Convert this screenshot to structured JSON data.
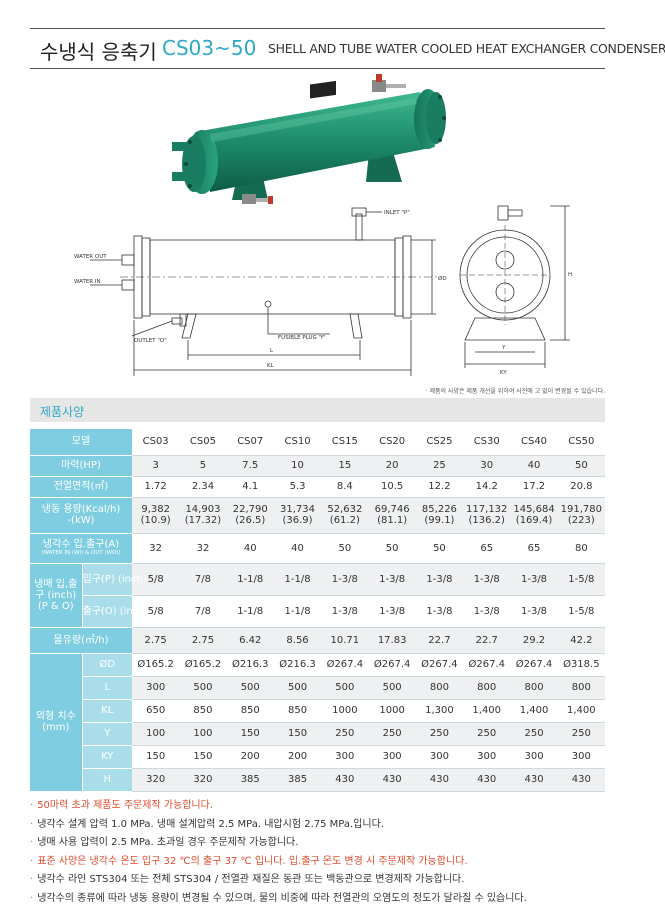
{
  "header": {
    "title_ko": "수냉식 응축기",
    "title_model": "CS03~50",
    "title_en": "SHELL AND TUBE WATER COOLED HEAT EXCHANGER CONDENSER"
  },
  "drawing": {
    "labels": {
      "inlet": "INLET \"P\"",
      "water_out": "WATER OUT",
      "water_in": "WATER IN",
      "outlet": "OUTLET \"O\"",
      "fusible_plug": "FUSIBLE PLUG \"f\"",
      "L": "L",
      "KL": "KL",
      "D": "ØD",
      "Y": "Y",
      "KY": "KY",
      "H": "H"
    },
    "note": "· 제품의 사양은 제품 개선을 위하여 사전에 고 없이 변경될 수 있습니다."
  },
  "section_title": "제품사양",
  "table": {
    "model_label": "모델",
    "models": [
      "CS03",
      "CS05",
      "CS07",
      "CS10",
      "CS15",
      "CS20",
      "CS25",
      "CS30",
      "CS40",
      "CS50"
    ],
    "hp_label": "마력(HP)",
    "hp": [
      "3",
      "5",
      "7.5",
      "10",
      "15",
      "20",
      "25",
      "30",
      "40",
      "50"
    ],
    "area_label": "전열면적(㎡)",
    "area": [
      "1.72",
      "2.34",
      "4.1",
      "5.3",
      "8.4",
      "10.5",
      "12.2",
      "14.2",
      "17.2",
      "20.8"
    ],
    "capacity_label_1": "냉동 용량(Kcal/h)",
    "capacity_label_2": "-(kW)",
    "capacity_kcal": [
      "9,382",
      "14,903",
      "22,790",
      "31,734",
      "52,632",
      "69,746",
      "85,226",
      "117,132",
      "145,684",
      "191,780"
    ],
    "capacity_kw": [
      "(10.9)",
      "(17.32)",
      "(26.5)",
      "(36.9)",
      "(61.2)",
      "(81.1)",
      "(99.1)",
      "(136.2)",
      "(169.4)",
      "(223)"
    ],
    "water_label_1": "냉각수 입.출구(A)",
    "water_label_2": "(WATER IN (WI) & OUT (WO))",
    "water": [
      "32",
      "32",
      "40",
      "40",
      "50",
      "50",
      "50",
      "65",
      "65",
      "80"
    ],
    "refrig_label": "냉매 입,출구 (inch) (P & O)",
    "inlet_label": "입구(P) (inch)",
    "inlet": [
      "5/8",
      "7/8",
      "1-1/8",
      "1-1/8",
      "1-3/8",
      "1-3/8",
      "1-3/8",
      "1-3/8",
      "1-3/8",
      "1-5/8"
    ],
    "outlet_label": "출구(O) (inch)",
    "outlet": [
      "5/8",
      "7/8",
      "1-1/8",
      "1-1/8",
      "1-3/8",
      "1-3/8",
      "1-3/8",
      "1-3/8",
      "1-3/8",
      "1-5/8"
    ],
    "flow_label": "물유량(㎥/h)",
    "flow": [
      "2.75",
      "2.75",
      "6.42",
      "8.56",
      "10.71",
      "17.83",
      "22.7",
      "22.7",
      "29.2",
      "42.2"
    ],
    "dim_label": "외형 치수 (mm)",
    "dims": [
      {
        "label": "ØD",
        "values": [
          "Ø165.2",
          "Ø165.2",
          "Ø216.3",
          "Ø216.3",
          "Ø267.4",
          "Ø267.4",
          "Ø267.4",
          "Ø267.4",
          "Ø267.4",
          "Ø318.5"
        ]
      },
      {
        "label": "L",
        "values": [
          "300",
          "500",
          "500",
          "500",
          "500",
          "500",
          "800",
          "800",
          "800",
          "800"
        ]
      },
      {
        "label": "KL",
        "values": [
          "650",
          "850",
          "850",
          "850",
          "1000",
          "1000",
          "1,300",
          "1,400",
          "1,400",
          "1,400"
        ]
      },
      {
        "label": "Y",
        "values": [
          "100",
          "100",
          "150",
          "150",
          "250",
          "250",
          "250",
          "250",
          "250",
          "250"
        ]
      },
      {
        "label": "KY",
        "values": [
          "150",
          "150",
          "200",
          "200",
          "300",
          "300",
          "300",
          "300",
          "300",
          "300"
        ]
      },
      {
        "label": "H",
        "values": [
          "320",
          "320",
          "385",
          "385",
          "430",
          "430",
          "430",
          "430",
          "430",
          "430"
        ]
      }
    ]
  },
  "notes": {
    "n1": "50마력 초과 제품도 주문제작 가능합니다.",
    "n2": "냉각수 설계 압력 1.0 MPa. 냉매 설계압력 2.5 MPa. 내압시험 2.75 MPa.입니다.",
    "n3": "냉매 사용 압력이 2.5 MPa. 초과일 경우 주문제작 가능합니다.",
    "n4a": "표준 사양은 냉각수 온도 입구 32 ℃의 출구 37 ℃ 입니다.",
    "n4b": " 입.출구 온도 변경 시 주문제작 가능합니다.",
    "n5": "냉각수 라인 STS304 또는 전체 STS304 / 전열관 재질은 동관 또는 백동관으로 변경제작 가능합니다.",
    "n6": "냉각수의 종류에 따라 냉동 용량이 변경될 수 있으며, 물의 비중에 따라 전열관의 오염도의 정도가 달라질 수 있습니다."
  },
  "colors": {
    "accent": "#2ea9c6",
    "header_cell": "#7fcde0",
    "sub_header_cell": "#a8dde9",
    "red_text": "#e04a2b",
    "body_green": "#1f8f6e"
  }
}
